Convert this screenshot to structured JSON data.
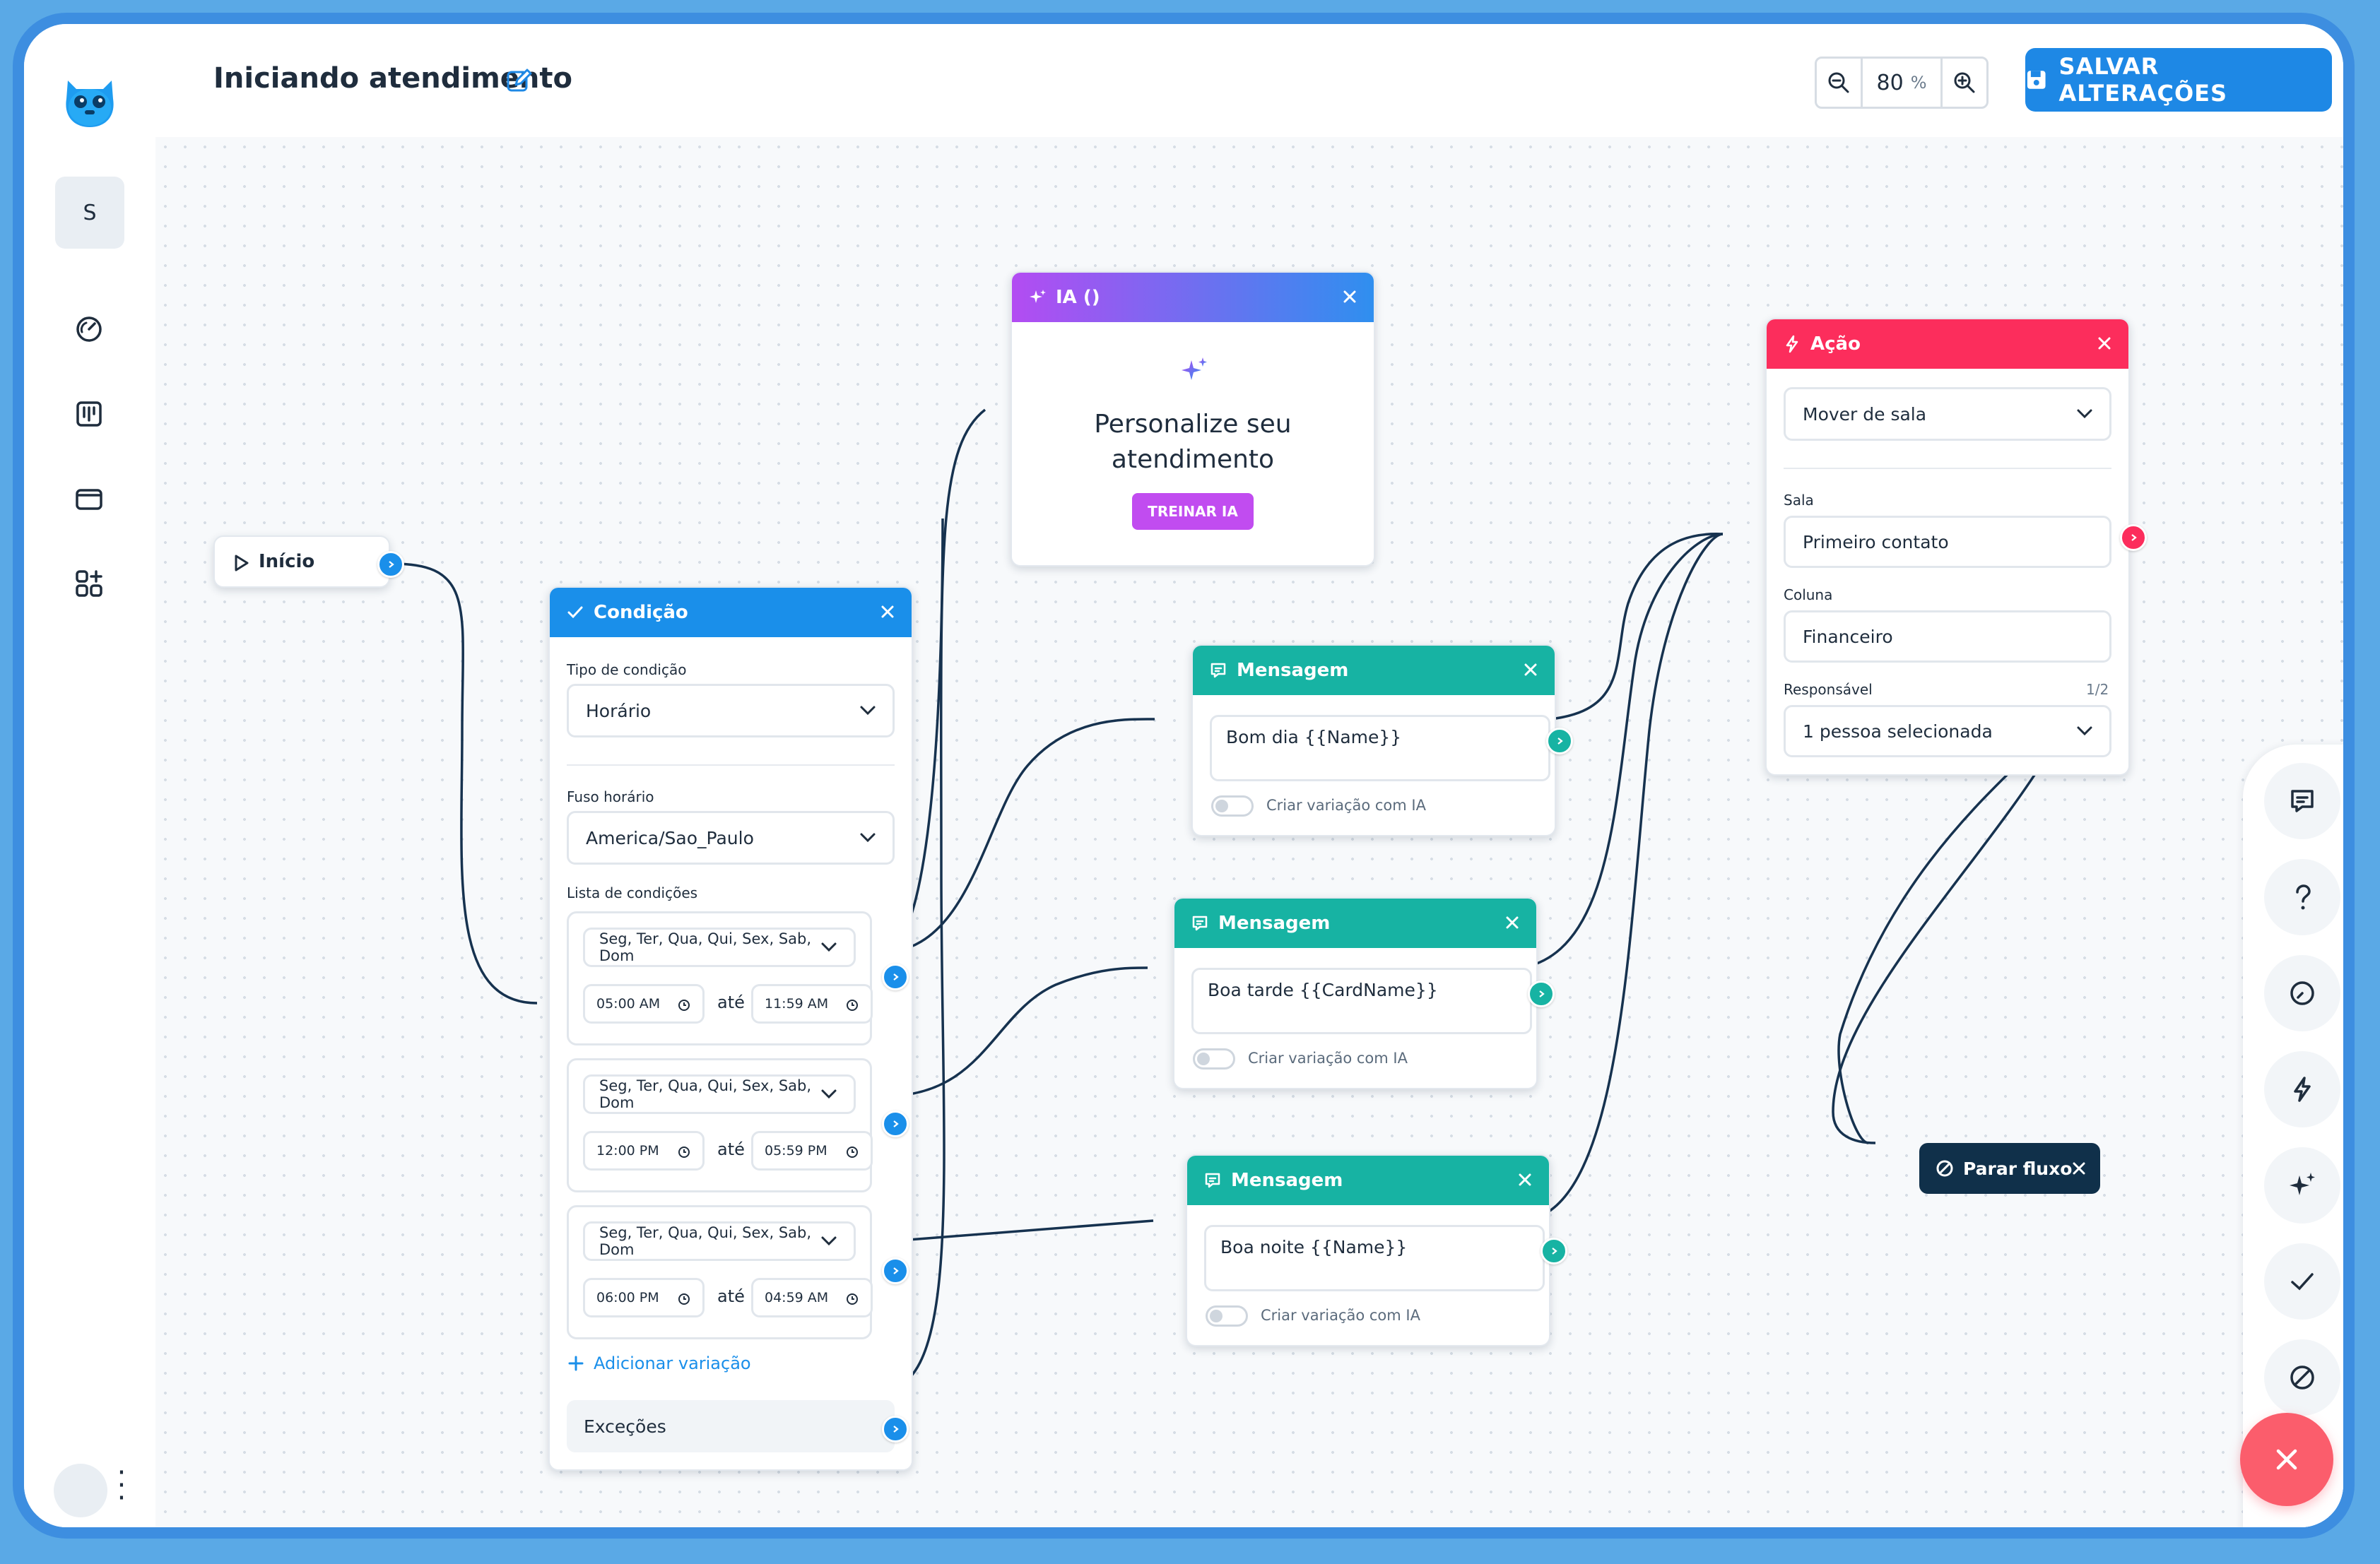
{
  "header": {
    "title": "Iniciando atendimento",
    "zoom_value": "80",
    "zoom_unit": "%",
    "save_label": "SALVAR ALTERAÇÕES"
  },
  "sidebar": {
    "workspace_initial": "S",
    "items": [
      "dashboard-icon",
      "kanban-icon",
      "wallet-icon",
      "apps-icon"
    ]
  },
  "nodes": {
    "inicio": {
      "label": "Início"
    },
    "ia": {
      "title": "IA ()",
      "heading_line1": "Personalize seu",
      "heading_line2": "atendimento",
      "button": "TREINAR IA"
    },
    "condicao": {
      "title": "Condição",
      "tipo_label": "Tipo de condição",
      "tipo_value": "Horário",
      "fuso_label": "Fuso horário",
      "fuso_value": "America/Sao_Paulo",
      "lista_label": "Lista de condições",
      "conditions": [
        {
          "days": "Seg, Ter, Qua, Qui, Sex, Sab, Dom",
          "from": "05:00 AM",
          "sep": "até",
          "to": "11:59 AM"
        },
        {
          "days": "Seg, Ter, Qua, Qui, Sex, Sab, Dom",
          "from": "12:00 PM",
          "sep": "até",
          "to": "05:59 PM"
        },
        {
          "days": "Seg, Ter, Qua, Qui, Sex, Sab, Dom",
          "from": "06:00 PM",
          "sep": "até",
          "to": "04:59 AM"
        }
      ],
      "add_variation": "Adicionar variação",
      "exceptions": "Exceções"
    },
    "mensagens": [
      {
        "title": "Mensagem",
        "text": "Bom dia {{Name}}",
        "toggle_label": "Criar variação com IA"
      },
      {
        "title": "Mensagem",
        "text": "Boa tarde {{CardName}}",
        "toggle_label": "Criar variação com IA"
      },
      {
        "title": "Mensagem",
        "text": "Boa noite {{Name}}",
        "toggle_label": "Criar variação com IA"
      }
    ],
    "acao": {
      "title": "Ação",
      "action_value": "Mover de sala",
      "sala_label": "Sala",
      "sala_value": "Primeiro contato",
      "coluna_label": "Coluna",
      "coluna_value": "Financeiro",
      "responsavel_label": "Responsável",
      "responsavel_count": "1/2",
      "responsavel_value": "1 pessoa selecionada"
    },
    "parar": {
      "label": "Parar fluxo"
    }
  },
  "right_panel": {
    "tools": [
      "message-icon",
      "question-icon",
      "clock-icon",
      "action-icon",
      "ai-sparkle-icon",
      "check-icon",
      "stop-icon"
    ]
  },
  "colors": {
    "primary": "#1e88e5",
    "condition_header": "#1a8fea",
    "message_header": "#17b3a3",
    "action_header": "#fc2d5c",
    "ia_gradient_start": "#b34cf2",
    "ia_gradient_end": "#2f8fef",
    "treinar_button": "#c14cf0",
    "stop_node": "#10304a",
    "fab": "#fb5d6c",
    "edge": "#16324f"
  }
}
